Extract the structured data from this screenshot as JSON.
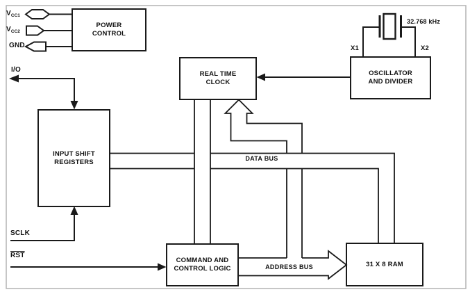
{
  "blocks": {
    "power_control": {
      "line1": "POWER",
      "line2": "CONTROL"
    },
    "real_time_clock": {
      "line1": "REAL TIME",
      "line2": "CLOCK"
    },
    "oscillator": {
      "line1": "OSCILLATOR",
      "line2": "AND DIVIDER"
    },
    "input_shift_registers": {
      "line1": "INPUT SHIFT",
      "line2": "REGISTERS"
    },
    "command_control_logic": {
      "line1": "COMMAND AND",
      "line2": "CONTROL LOGIC"
    },
    "ram": {
      "label": "31 X 8 RAM"
    }
  },
  "pins": {
    "vcc1": {
      "base": "V",
      "sub": "CC1"
    },
    "vcc2": {
      "base": "V",
      "sub": "CC2"
    },
    "gnd": {
      "label": "GND"
    },
    "io": {
      "label": "I/O"
    },
    "sclk": {
      "label": "SCLK"
    },
    "rst": {
      "label": "RST"
    },
    "x1": {
      "label": "X1"
    },
    "x2": {
      "label": "X2"
    }
  },
  "buses": {
    "data_bus": {
      "label": "DATA BUS"
    },
    "address_bus": {
      "label": "ADDRESS BUS"
    }
  },
  "crystal": {
    "frequency": "32.768 kHz"
  },
  "colors": {
    "line": "#1a1a1a",
    "background": "#ffffff",
    "frame": "#b3b3b3"
  }
}
